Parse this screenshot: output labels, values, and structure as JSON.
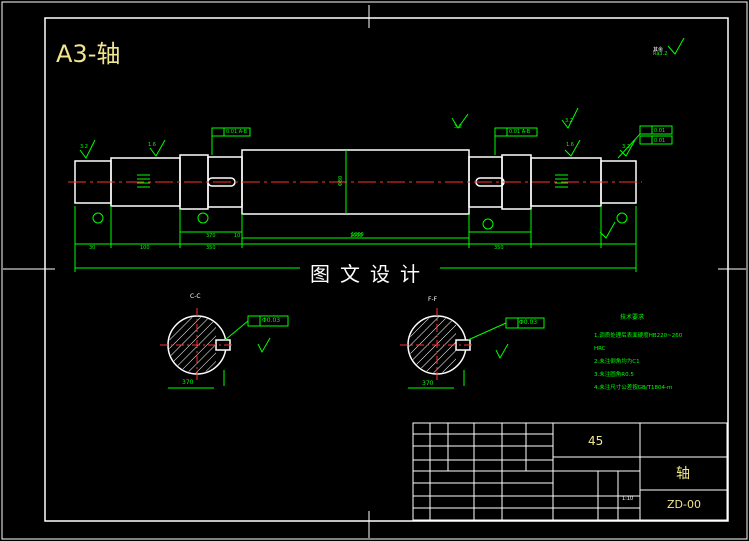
{
  "drawing": {
    "title": "A3-轴",
    "caption": "图文设计",
    "roughness_note": "其余",
    "shaft_length": "1000",
    "center_diameter": "Φ80",
    "section_labels": {
      "left": "C-C",
      "right": "F-F"
    },
    "key_width": "Φ0.03",
    "section_dim": "370",
    "tech_req": {
      "heading": "技术要求",
      "lines": [
        "1.调质处理后表面硬度HB220~260",
        "HRC",
        "2.未注倒角均为C1",
        "3.未注圆角R0.5",
        "4.未注尺寸公差按GB/T1804-m"
      ]
    },
    "title_block": {
      "material": "45",
      "part_name": "轴",
      "drawing_no": "ZD-00",
      "scale": "1:10"
    },
    "colors": {
      "outline": "#ffffff",
      "dimension": "#00ff00",
      "centerline": "#ff3030",
      "hatch": "#ffffff",
      "title_text": "#f0e68c"
    }
  }
}
